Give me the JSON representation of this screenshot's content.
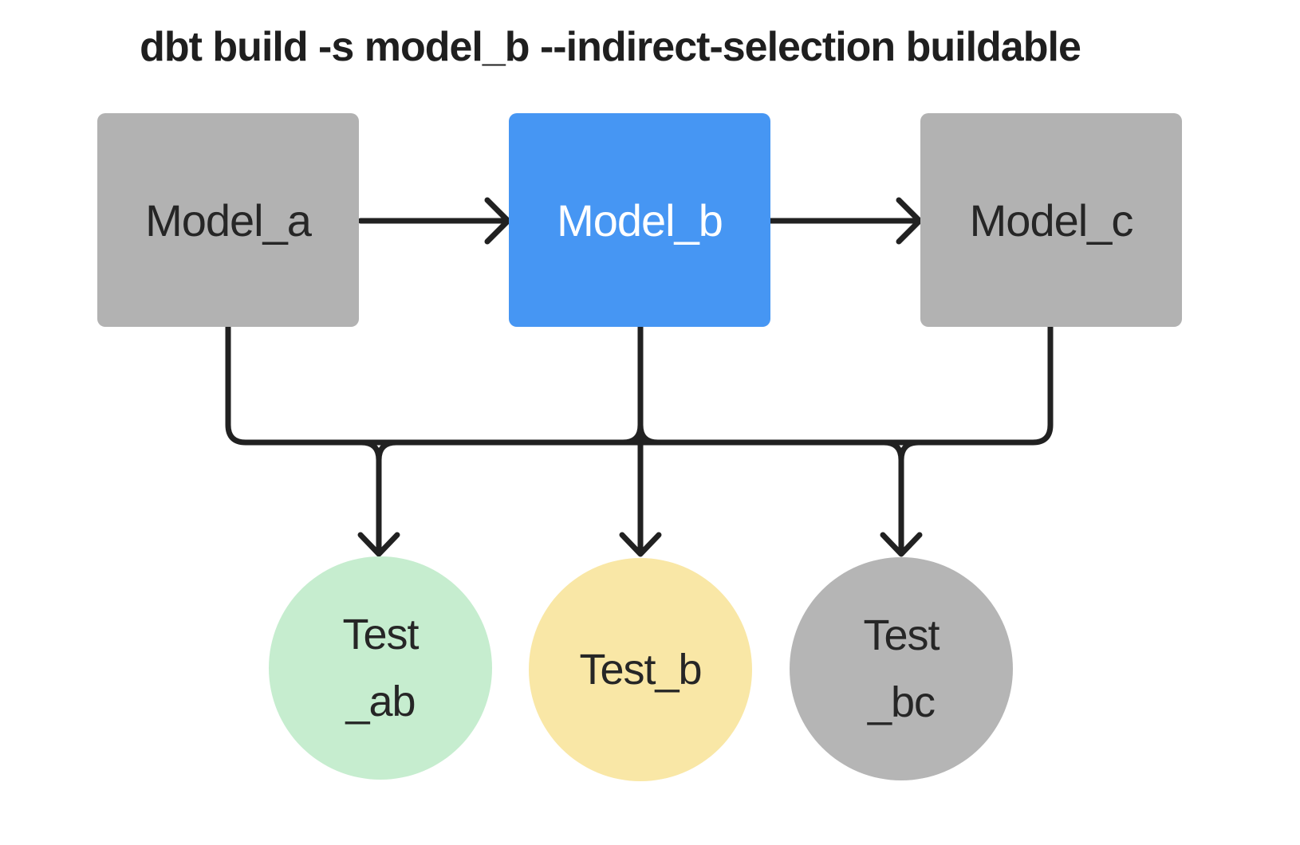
{
  "title": "dbt build -s model_b --indirect-selection buildable",
  "diagram": {
    "nodes": {
      "model_a": {
        "label": "Model_a",
        "shape": "square",
        "fill": "#b2b2b2",
        "text_color": "#262626",
        "selected": false
      },
      "model_b": {
        "label": "Model_b",
        "shape": "square",
        "fill": "#4696f3",
        "text_color": "#ffffff",
        "selected": true
      },
      "model_c": {
        "label": "Model_c",
        "shape": "square",
        "fill": "#b2b2b2",
        "text_color": "#262626",
        "selected": false
      },
      "test_ab": {
        "label_lines": [
          "Test",
          "_ab"
        ],
        "shape": "circle",
        "fill": "#c6edcf",
        "text_color": "#262626"
      },
      "test_b": {
        "label_lines": [
          "Test_b"
        ],
        "shape": "circle",
        "fill": "#f9e7a6",
        "text_color": "#262626"
      },
      "test_bc": {
        "label_lines": [
          "Test",
          "_bc"
        ],
        "shape": "circle",
        "fill": "#b5b5b5",
        "text_color": "#262626"
      }
    },
    "edges": [
      {
        "from": "model_a",
        "to": "model_b",
        "style": "arrow"
      },
      {
        "from": "model_b",
        "to": "model_c",
        "style": "arrow"
      },
      {
        "from": "model_a",
        "to": "test_ab",
        "style": "merge-arrow"
      },
      {
        "from": "model_b",
        "to": "test_ab",
        "style": "merge-arrow"
      },
      {
        "from": "model_b",
        "to": "test_b",
        "style": "arrow"
      },
      {
        "from": "model_b",
        "to": "test_bc",
        "style": "merge-arrow"
      },
      {
        "from": "model_c",
        "to": "test_bc",
        "style": "merge-arrow"
      }
    ],
    "edge_color": "#212121",
    "background_color": "#ffffff"
  }
}
